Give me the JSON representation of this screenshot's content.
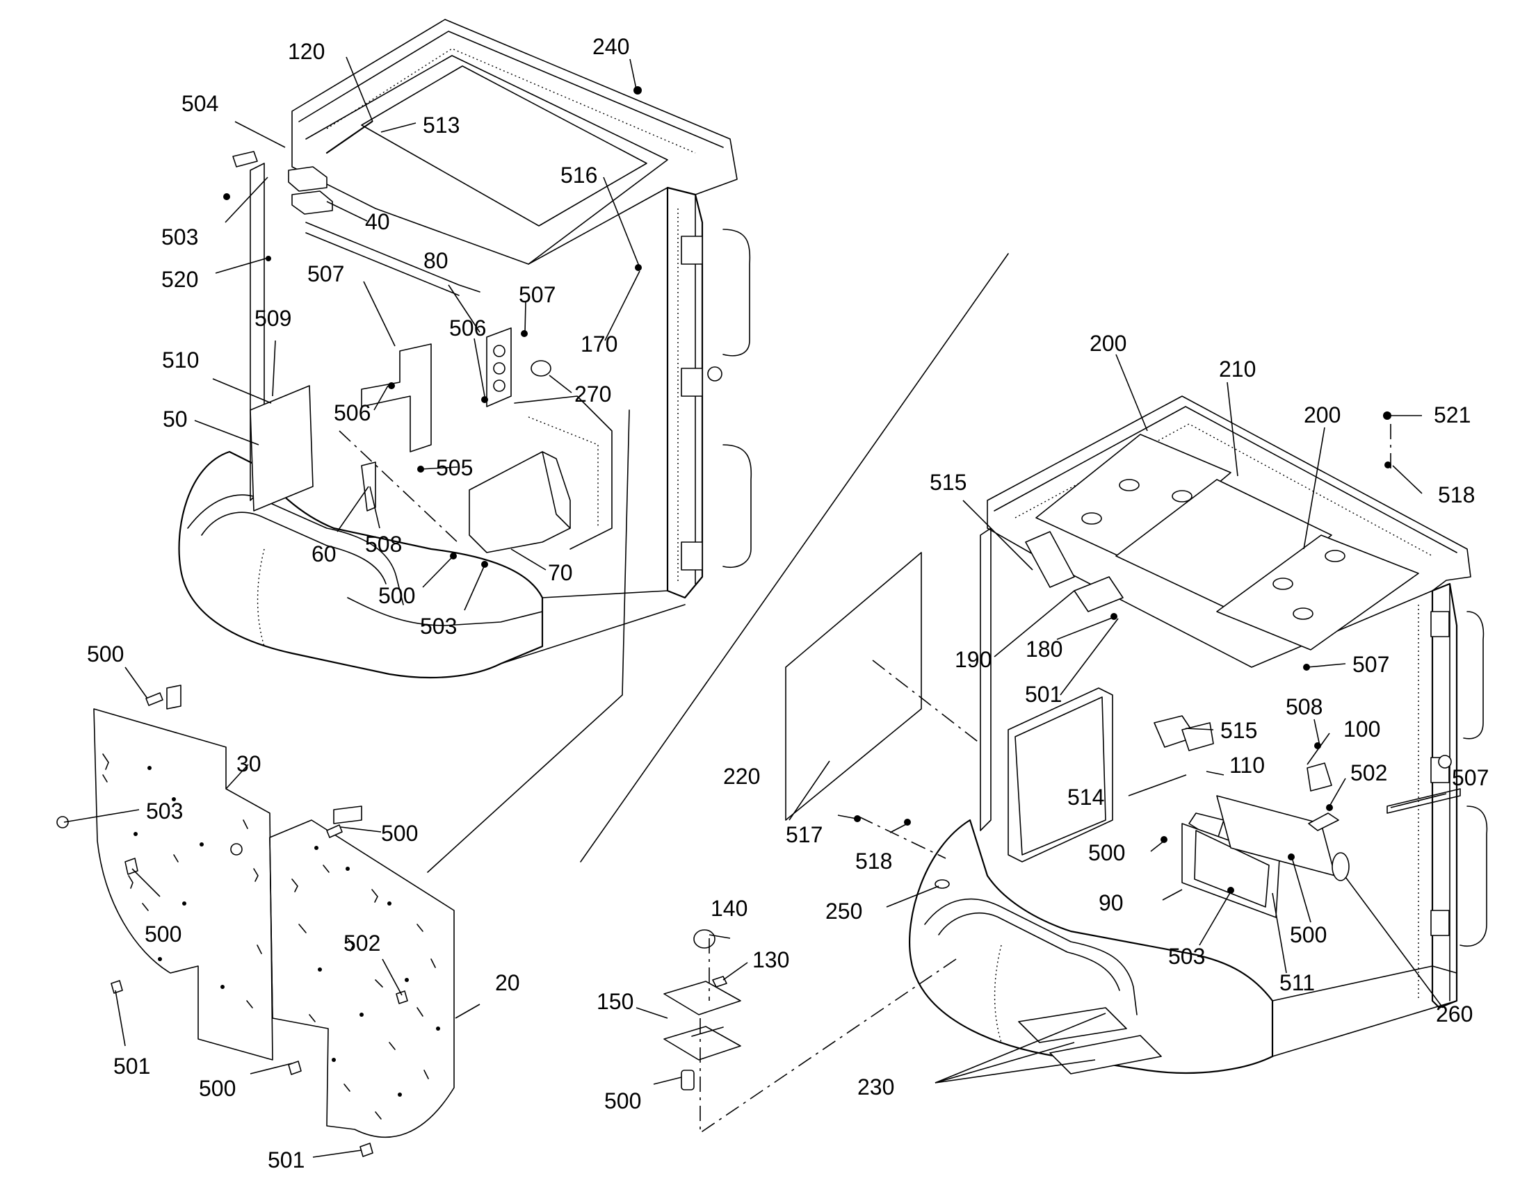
{
  "callouts_left": {
    "c120": "120",
    "c504": "504",
    "c513": "513",
    "c503a": "503",
    "c40": "40",
    "c520": "520",
    "c240": "240",
    "c516": "516",
    "c80": "80",
    "c507a": "507",
    "c507b": "507",
    "c170": "170",
    "c506a": "506",
    "c509": "509",
    "c510": "510",
    "c270": "270",
    "c506b": "506",
    "c50": "50",
    "c505": "505",
    "c508": "508",
    "c60": "60",
    "c70": "70",
    "c500a": "500",
    "c503b": "503"
  },
  "callouts_panel": {
    "c500b": "500",
    "c30": "30",
    "c503c": "503",
    "c500c": "500",
    "c500d": "500",
    "c502": "502",
    "c20": "20",
    "c501a": "501",
    "c500e": "500",
    "c501b": "501"
  },
  "callouts_center": {
    "c140": "140",
    "c130": "130",
    "c150": "150",
    "c500f": "500"
  },
  "callouts_right": {
    "c200a": "200",
    "c210": "210",
    "c200b": "200",
    "c521": "521",
    "c518a": "518",
    "c515a": "515",
    "c190": "190",
    "c180": "180",
    "c507c": "507",
    "c501c": "501",
    "c515b": "515",
    "c508b": "508",
    "c100": "100",
    "c220": "220",
    "c110": "110",
    "c502b": "502",
    "c507d": "507",
    "c514": "514",
    "c517": "517",
    "c518b": "518",
    "c500g": "500",
    "c250": "250",
    "c90": "90",
    "c500h": "500",
    "c503d": "503",
    "c511": "511",
    "c260": "260",
    "c230": "230"
  }
}
